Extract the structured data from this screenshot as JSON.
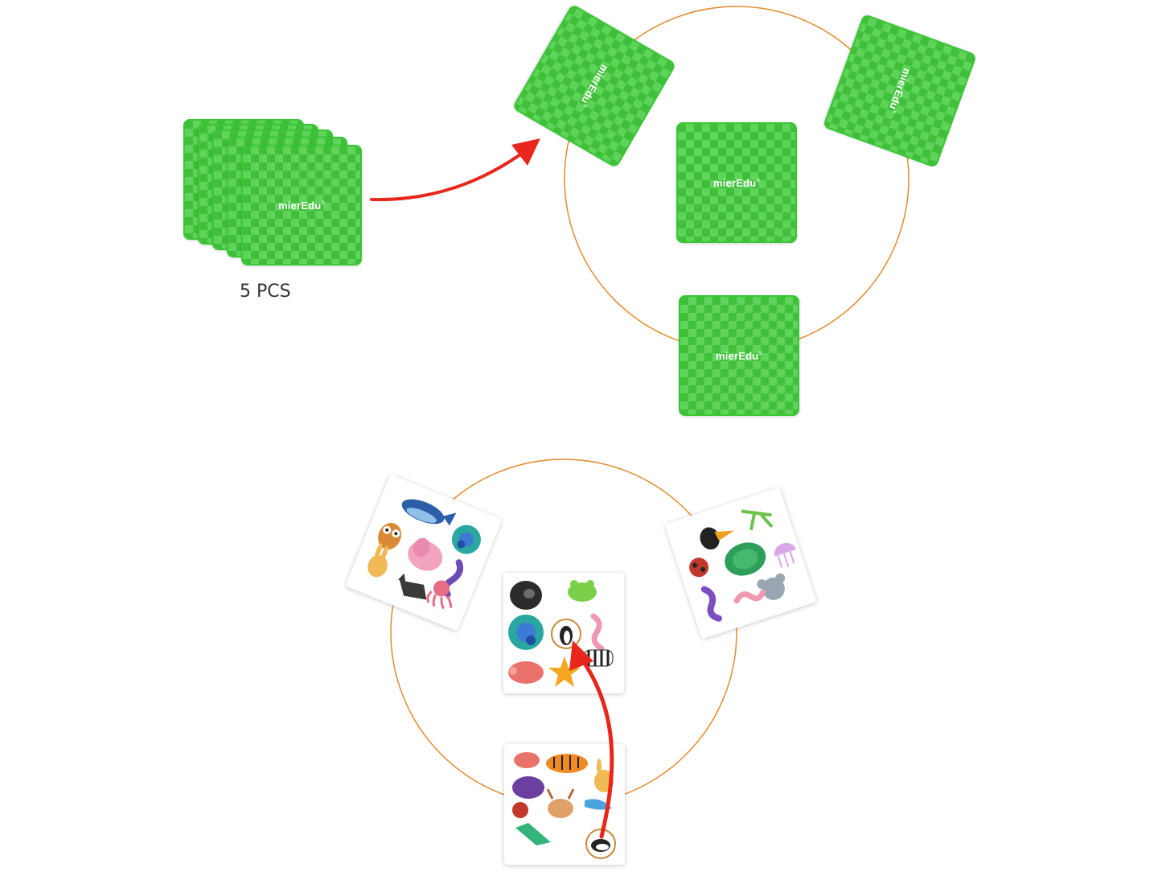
{
  "brand": "mierEdu",
  "brand_mark": "®",
  "stack_label": "5 PCS",
  "colors": {
    "card_green": "#3fbf3a",
    "card_check": "#5fd35a",
    "circle_line": "#e48a2b",
    "arrow_red": "#e8261c",
    "highlight_ring": "#c98a3a"
  },
  "picture_cards": {
    "top_left": [
      "whale",
      "peacock",
      "owl",
      "elephant",
      "lizard",
      "rabbit",
      "octopus",
      "wolf"
    ],
    "center": [
      "gorilla",
      "frog",
      "peacock",
      "penguin",
      "worm",
      "zebra",
      "pig",
      "starfish"
    ],
    "right": [
      "toucan",
      "mantis",
      "ladybug",
      "turtle",
      "jellyfish",
      "lizard",
      "koala",
      "worm"
    ],
    "bottom": [
      "pig",
      "tiger",
      "rabbit",
      "hedgehog",
      "ladybug",
      "deer",
      "dolphin",
      "crocodile",
      "penguin"
    ]
  }
}
